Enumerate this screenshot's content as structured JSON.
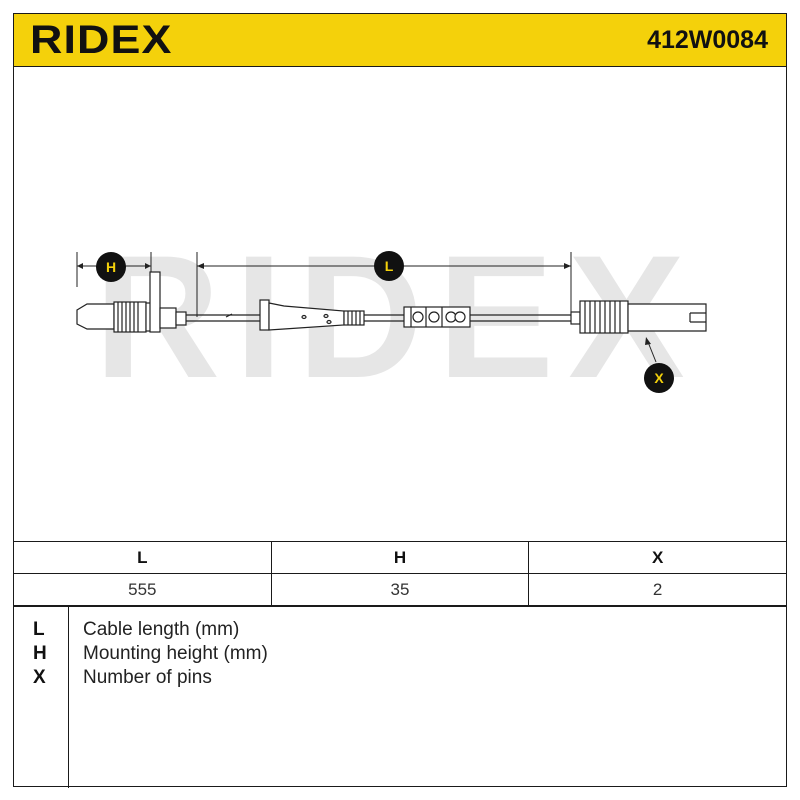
{
  "header": {
    "brand": "RIDEX",
    "part_number": "412W0084"
  },
  "drawing": {
    "watermark": "RIDEX",
    "dimension_labels": {
      "h": "H",
      "l": "L",
      "x": "X"
    },
    "colors": {
      "header_bg": "#f4d10b",
      "badge_bg": "#111111",
      "badge_text": "#f4d10b",
      "watermark": "#e6e6e6"
    }
  },
  "table": {
    "headers": [
      "L",
      "H",
      "X"
    ],
    "values": [
      "555",
      "35",
      "2"
    ]
  },
  "legend": [
    {
      "key": "L",
      "text": "Cable length (mm)"
    },
    {
      "key": "H",
      "text": "Mounting height (mm)"
    },
    {
      "key": "X",
      "text": "Number of pins"
    }
  ]
}
